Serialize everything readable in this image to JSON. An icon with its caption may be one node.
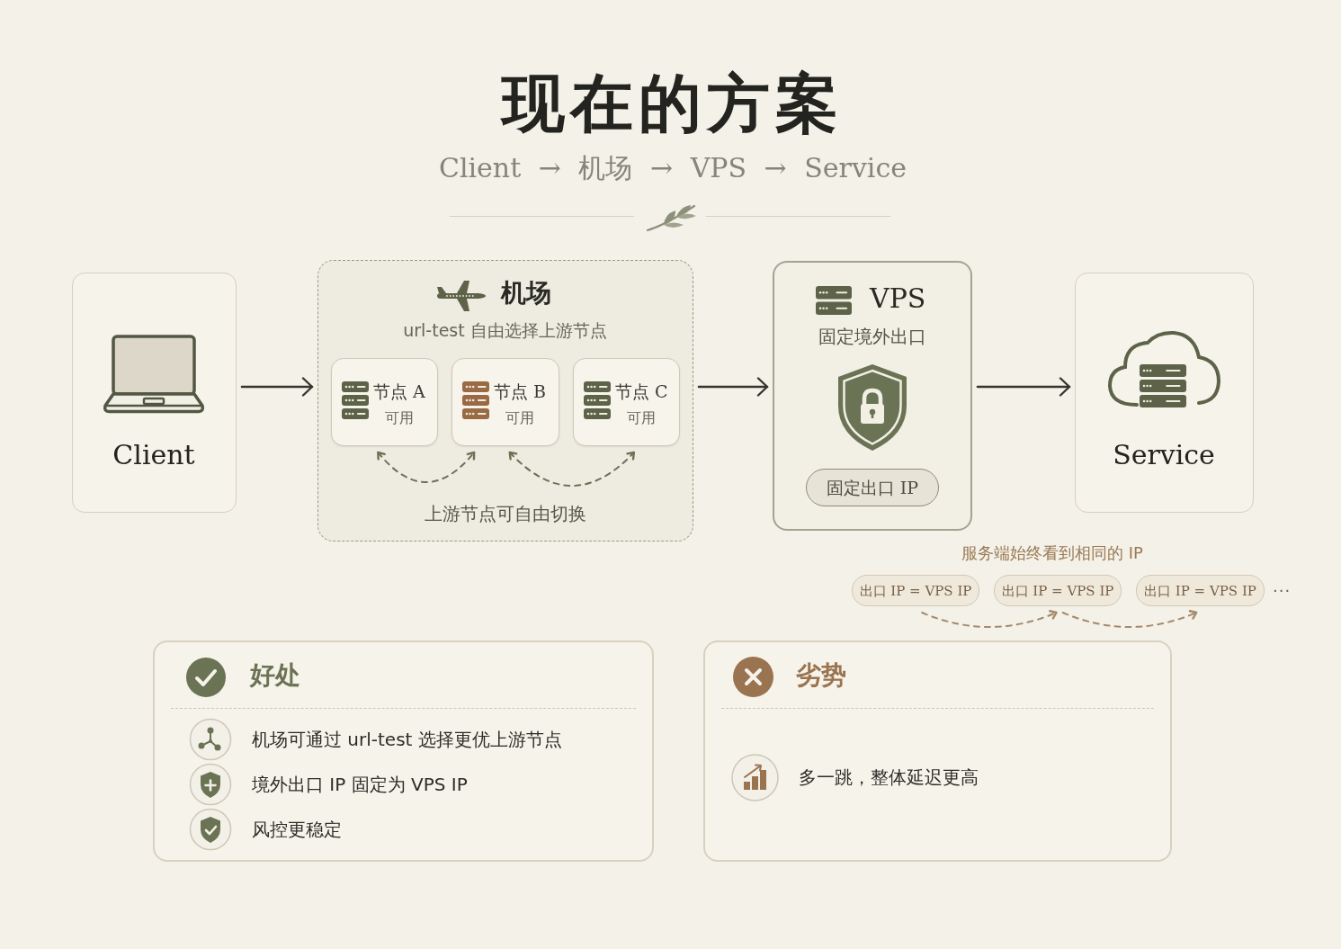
{
  "diagram": {
    "title": "现在的方案",
    "nodes": [
      {
        "text": [
          "Client"
        ]
      },
      {
        "text": [
          "机场",
          "url-test 自由选择上游节点",
          "上游节点可自由切换"
        ]
      },
      {
        "text": [
          "节点 A",
          "可用"
        ],
        "in": 1
      },
      {
        "text": [
          "节点 B",
          "可用"
        ],
        "in": 1
      },
      {
        "text": [
          "节点 C",
          "可用"
        ],
        "in": 1
      },
      {
        "text": [
          "VPS",
          "固定境外出口"
        ]
      },
      {
        "text": [
          "固定出口 IP"
        ],
        "in": 5
      },
      {
        "text": [
          "Service"
        ]
      },
      {
        "text": [
          "出口 IP = VPS IP"
        ]
      },
      {
        "text": [
          "出口 IP = VPS IP"
        ]
      },
      {
        "text": [
          "出口 IP = VPS IP"
        ],
        "beside": [
          "···"
        ]
      },
      {
        "text": [
          "好处",
          "机场可通过 url-test 选择更优上游节点",
          "境外出口 IP 固定为 VPS IP",
          "风控更稳定"
        ]
      },
      {
        "text": [
          "劣势",
          "多一跳，整体延迟更高"
        ]
      }
    ],
    "edges": [
      {
        "from": 0,
        "to": 1,
        "arrow": "to"
      },
      {
        "from": 1,
        "to": 5,
        "arrow": "to"
      },
      {
        "from": 5,
        "to": 7,
        "arrow": "to"
      },
      {
        "from": 2,
        "to": 3,
        "arrow": "both",
        "style": "dashed",
        "color": "#6b7355"
      },
      {
        "from": 3,
        "to": 4,
        "arrow": "both",
        "style": "dashed",
        "color": "#6b7355"
      },
      {
        "from": 8,
        "to": 9,
        "arrow": "to",
        "style": "dashed",
        "color": "#a58a6a"
      },
      {
        "from": 9,
        "to": 10,
        "arrow": "to",
        "style": "dashed",
        "color": "#a58a6a"
      }
    ],
    "labels": [
      "Client → 机场 → VPS → Service",
      "服务端始终看到相同的 IP"
    ]
  }
}
